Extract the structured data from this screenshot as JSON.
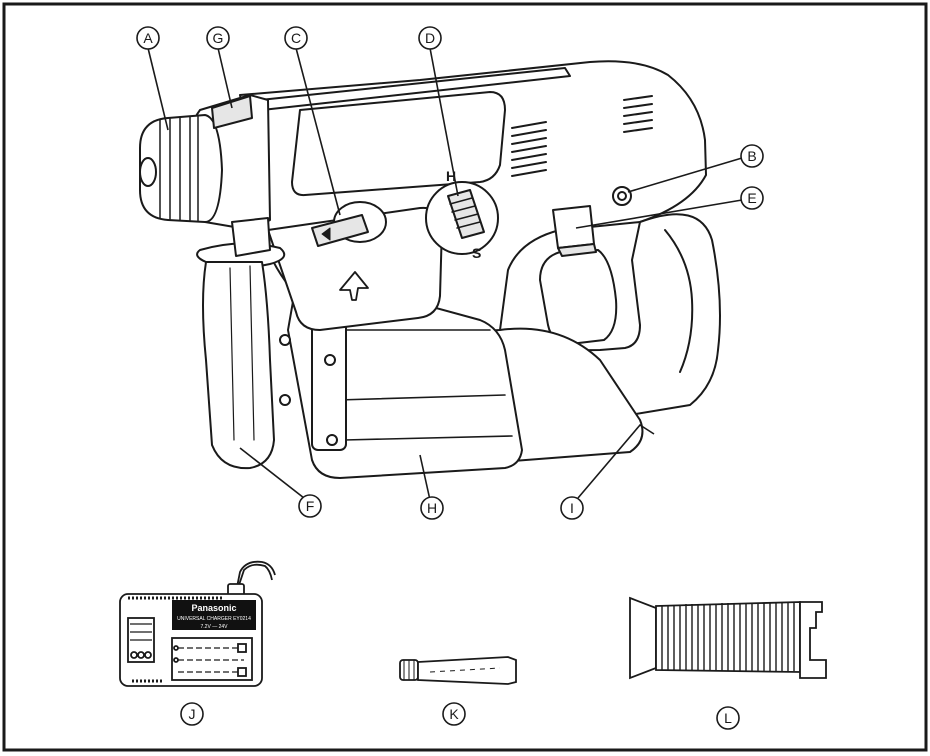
{
  "callouts": {
    "A": "A",
    "B": "B",
    "C": "C",
    "D": "D",
    "E": "E",
    "F": "F",
    "G": "G",
    "H": "H",
    "I": "I",
    "J": "J",
    "K": "K",
    "L": "L"
  },
  "drill": {
    "mode_h": "H",
    "mode_s": "S"
  },
  "charger": {
    "brand": "Panasonic",
    "model": "UNIVERSAL CHARGER EY0214",
    "voltage": "7.2V — 24V"
  },
  "colors": {
    "line": "#1a1a1a",
    "fill": "#ffffff",
    "shade": "#e6e6e6",
    "label_bg": "#111111"
  }
}
